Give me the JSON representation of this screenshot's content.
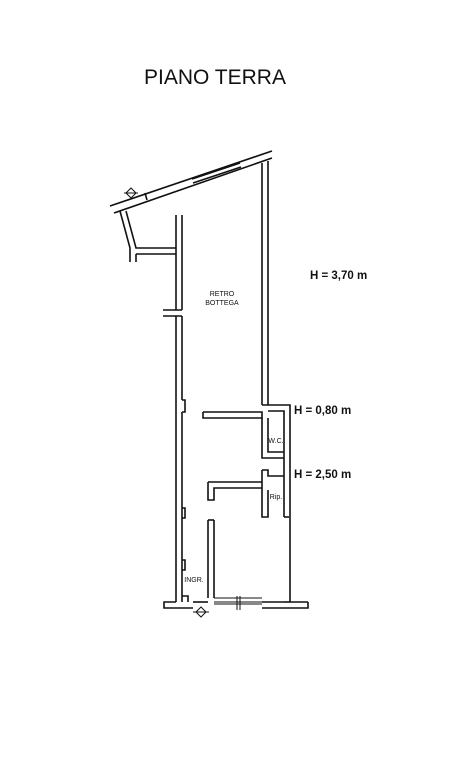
{
  "title": "PIANO TERRA",
  "rooms": {
    "retro_line1": "RETRO",
    "retro_line2": "BOTTEGA",
    "wc": "W.C.",
    "rip": "Rip.",
    "ingr": "INGR."
  },
  "heights": {
    "main": "H = 3,70 m",
    "wc": "H = 0,80 m",
    "rip": "H = 2,50 m"
  },
  "colors": {
    "ink": "#111111",
    "background": "#ffffff"
  }
}
